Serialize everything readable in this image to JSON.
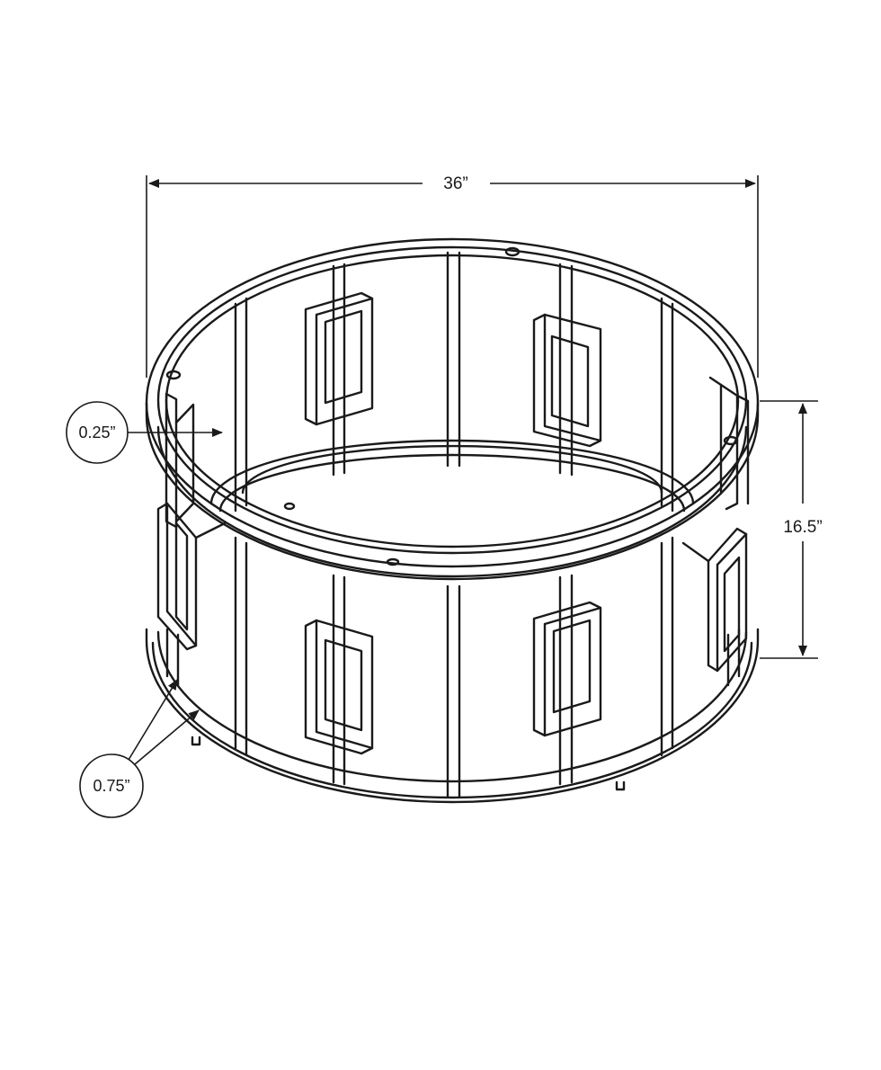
{
  "dimensions": {
    "width_label": "36”",
    "height_label": "16.5”",
    "glass_thickness_label": "0.25”",
    "frame_thickness_label": "0.75”"
  }
}
